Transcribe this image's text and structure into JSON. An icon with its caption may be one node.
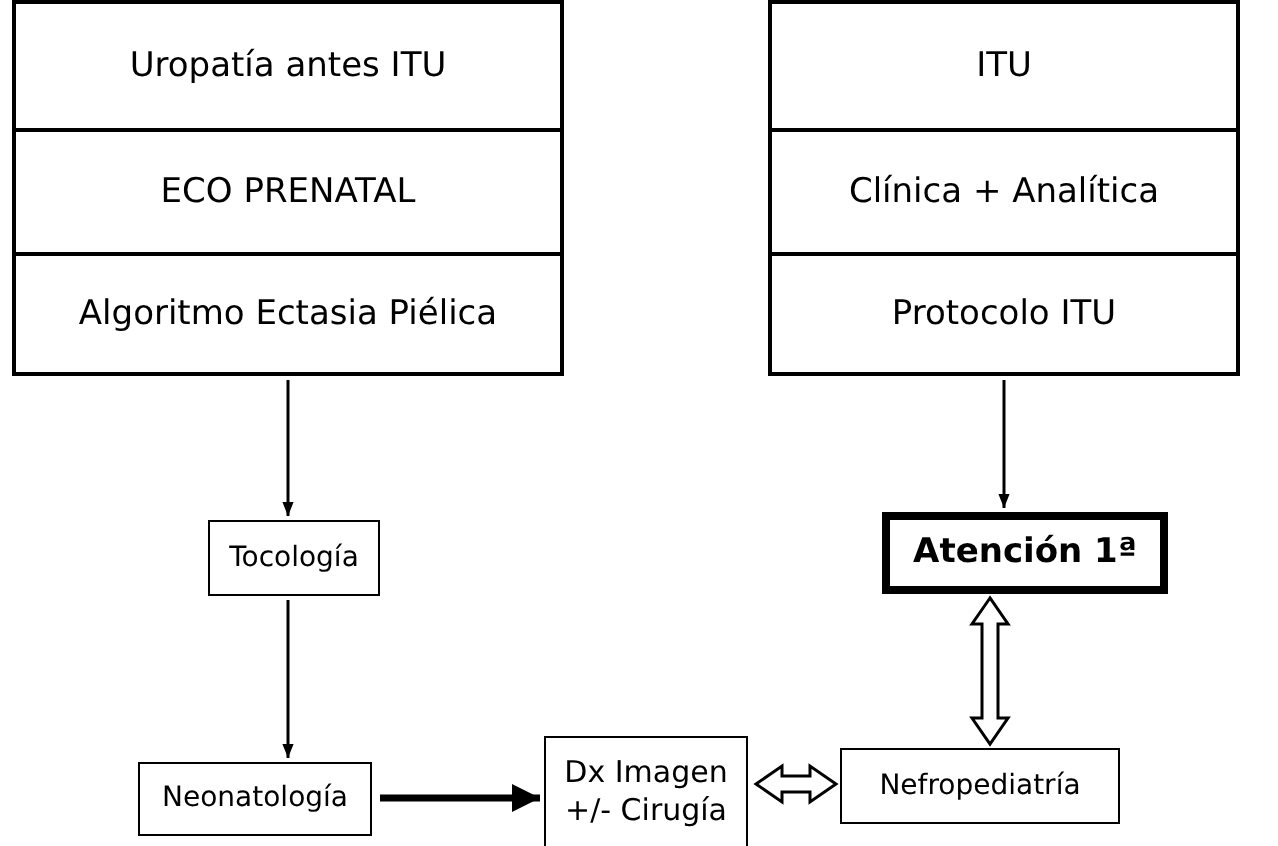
{
  "diagram": {
    "nodes": [
      {
        "text": [],
        "shape": "box"
      },
      {
        "text": [
          "Uropatía antes ITU"
        ],
        "in": 0
      },
      {
        "text": [
          "ECO PRENATAL"
        ],
        "in": 0
      },
      {
        "text": [
          "Algoritmo Ectasia Piélica"
        ],
        "in": 0
      },
      {
        "text": [],
        "shape": "box"
      },
      {
        "text": [
          "ITU"
        ],
        "in": 4
      },
      {
        "text": [
          "Clínica + Analítica"
        ],
        "in": 4
      },
      {
        "text": [
          "Protocolo ITU"
        ],
        "in": 4
      },
      {
        "text": [
          "Tocología"
        ]
      },
      {
        "text": [
          "Atención 1ª"
        ]
      },
      {
        "text": [
          "Neonatología"
        ]
      },
      {
        "text": [
          "Dx Imagen +/- Cirugía"
        ]
      },
      {
        "text": [
          "Nefropediatría"
        ]
      }
    ],
    "edges": [
      {
        "from": 0,
        "to": 8,
        "arrow": "to"
      },
      {
        "from": 8,
        "to": 10,
        "arrow": "to"
      },
      {
        "from": 4,
        "to": 9,
        "arrow": "to"
      },
      {
        "from": 9,
        "to": 12,
        "arrow": "both"
      },
      {
        "from": 10,
        "to": 11,
        "arrow": "to",
        "style": "thick"
      },
      {
        "from": 11,
        "to": 12,
        "arrow": "both"
      }
    ]
  }
}
